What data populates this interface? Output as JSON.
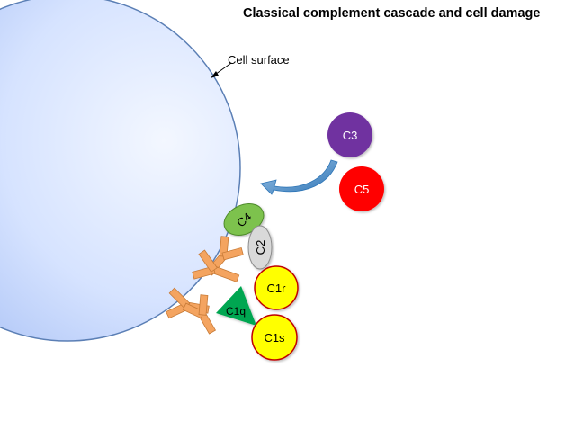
{
  "title": "Classical complement cascade and cell damage",
  "cell_label": "Cell surface",
  "components": {
    "c3": "C3",
    "c5": "C5",
    "c4": "C4",
    "c2": "C2",
    "c1r": "C1r",
    "c1q": "C1q",
    "c1s": "C1s"
  },
  "colors": {
    "cell_fill_light": "#e8efff",
    "cell_fill_dark": "#a9c1f5",
    "cell_stroke": "#5b7fb5",
    "c3": "#7030a0",
    "c5": "#ff0000",
    "c4": "#7dc24e",
    "c2": "#d9d9d9",
    "c1r": "#ffff00",
    "c1s": "#ffff00",
    "c1_border": "#c00000",
    "c1q": "#00a651",
    "antibody": "#f4a460",
    "antibody_stroke": "#c77a36",
    "arrow": "#2e75b6"
  }
}
